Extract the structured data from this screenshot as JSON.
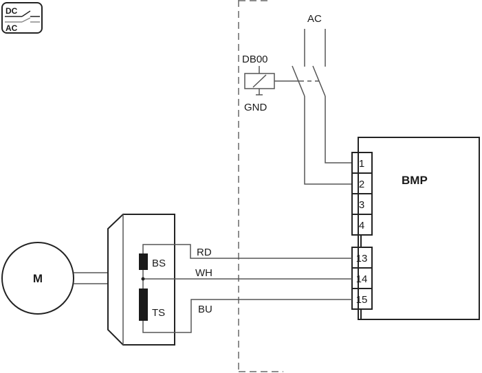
{
  "badge": {
    "top": "DC",
    "bottom": "AC"
  },
  "supply_label": "AC",
  "relay": {
    "signal_label": "DB00",
    "ground_label": "GND"
  },
  "controller": {
    "label": "BMP",
    "terminals": [
      "1",
      "2",
      "3",
      "4",
      "13",
      "14",
      "15"
    ]
  },
  "motor": {
    "label": "M"
  },
  "sensors": {
    "bs_label": "BS",
    "ts_label": "TS"
  },
  "wires": {
    "rd": "RD",
    "wh": "WH",
    "bu": "BU"
  }
}
